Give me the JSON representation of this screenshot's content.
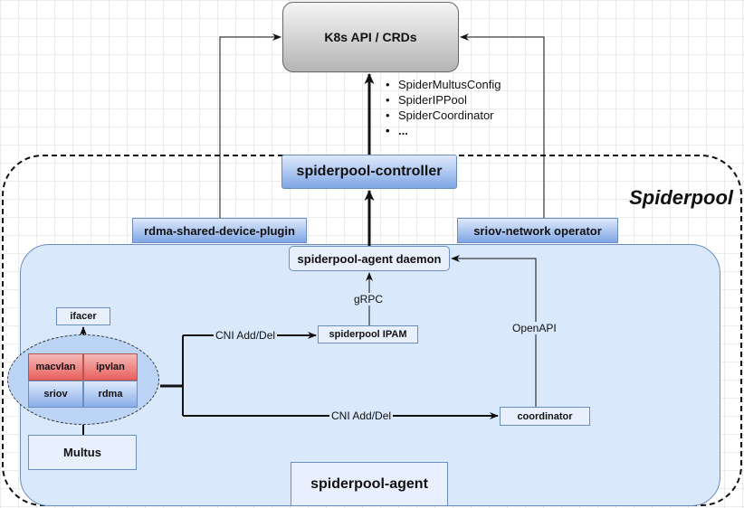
{
  "k8s": {
    "title": "K8s API / CRDs",
    "crds": [
      "SpiderMultusConfig",
      "SpiderIPPool",
      "SpiderCoordinator",
      "..."
    ]
  },
  "spiderpool": {
    "title": "Spiderpool",
    "controller": "spiderpool-controller",
    "rdma_plugin": "rdma-shared-device-plugin",
    "sriov_operator": "sriov-network operator"
  },
  "agent": {
    "daemon": "spiderpool-agent daemon",
    "ipam": "spiderpool IPAM",
    "coordinator": "coordinator",
    "ifacer": "ifacer",
    "multus": "Multus",
    "name": "spiderpool-agent",
    "plugins": [
      "macvlan",
      "ipvlan",
      "sriov",
      "rdma"
    ]
  },
  "edges": {
    "grpc": "gRPC",
    "cni_add_del_ipam": "CNI Add/Del",
    "cni_add_del_coordinator": "CNI Add/Del",
    "openapi": "OpenAPI"
  },
  "colors": {
    "box_blue_light": "#dfe9fb",
    "box_blue_dark": "#7fa6e6",
    "agent_area": "#dae8fc",
    "border_blue": "#6c8ebf",
    "cell_red": "#e9605d",
    "k8s_gray": "#b4b4b4"
  }
}
